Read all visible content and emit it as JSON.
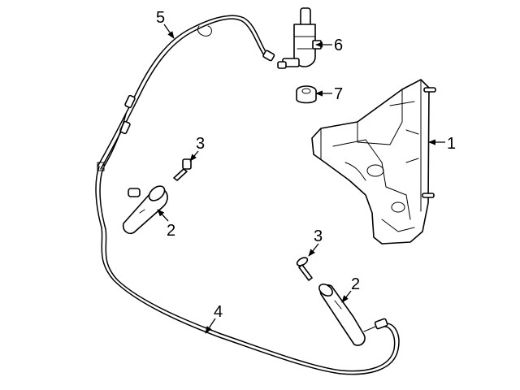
{
  "callouts": {
    "c1": "1",
    "c2a": "2",
    "c2b": "2",
    "c3a": "3",
    "c3b": "3",
    "c4": "4",
    "c5": "5",
    "c6": "6",
    "c7": "7"
  },
  "parts": [
    {
      "number": "1",
      "icon": "washer-reservoir-icon"
    },
    {
      "number": "2",
      "icon": "washer-nozzle-icon"
    },
    {
      "number": "3",
      "icon": "bolt-icon"
    },
    {
      "number": "4",
      "icon": "washer-hose-icon"
    },
    {
      "number": "5",
      "icon": "washer-hose-icon"
    },
    {
      "number": "6",
      "icon": "washer-pump-icon"
    },
    {
      "number": "7",
      "icon": "grommet-icon"
    }
  ]
}
